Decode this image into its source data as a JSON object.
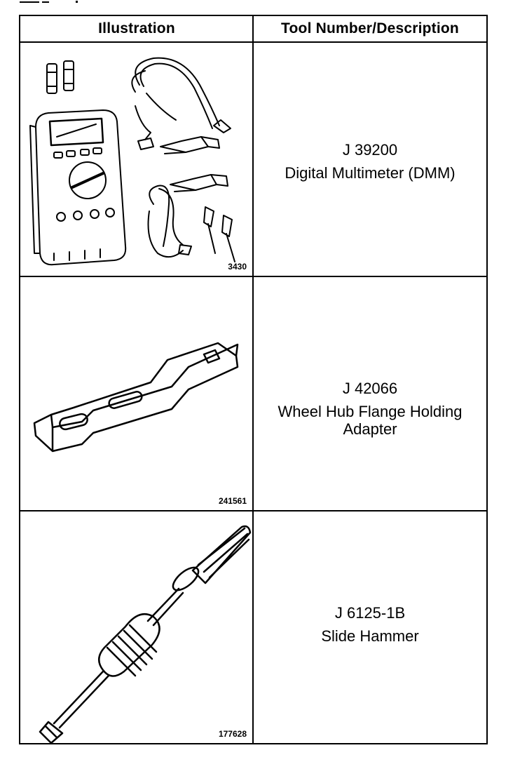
{
  "table": {
    "header_illustration": "Illustration",
    "header_description": "Tool Number/Description"
  },
  "rows": [
    {
      "figure_number": "3430",
      "tool_number": "J 39200",
      "description": "Digital Multimeter (DMM)"
    },
    {
      "figure_number": "241561",
      "tool_number": "J 42066",
      "description": "Wheel Hub Flange Holding Adapter"
    },
    {
      "figure_number": "177628",
      "tool_number": "J 6125-1B",
      "description": "Slide Hammer"
    }
  ]
}
